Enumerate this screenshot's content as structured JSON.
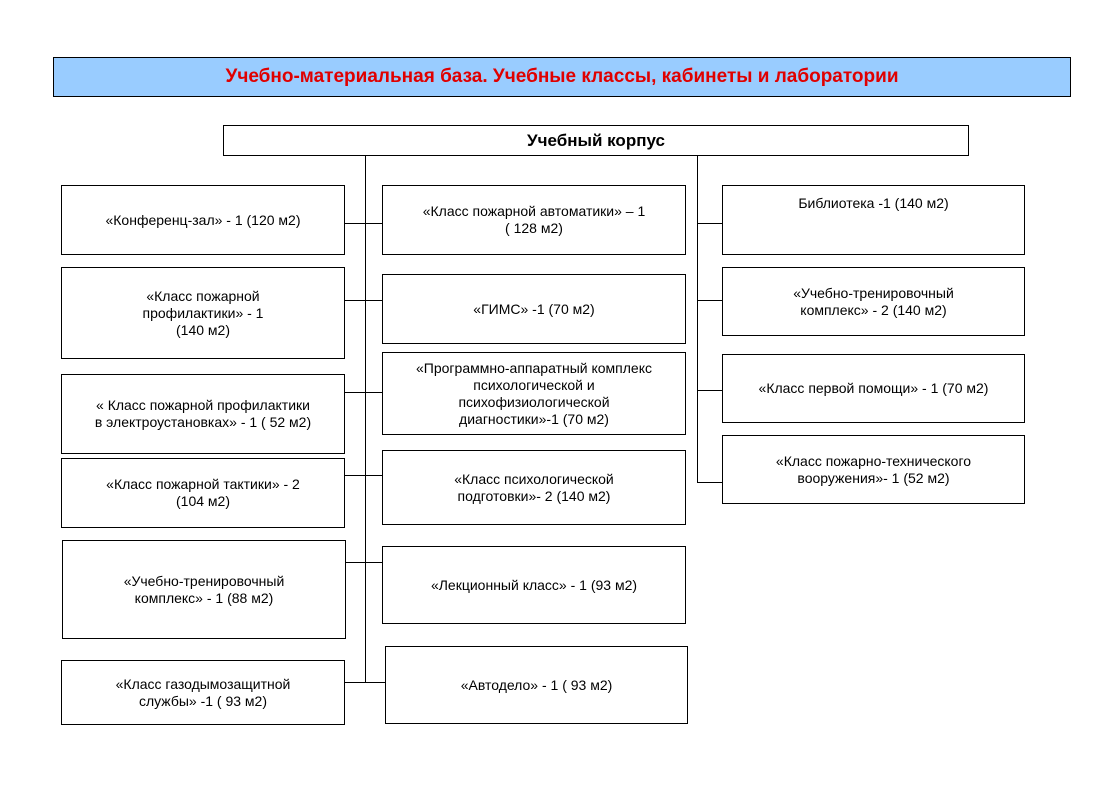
{
  "title": "Учебно-материальная база. Учебные классы, кабинеты и лаборатории",
  "root": "Учебный корпус",
  "left": [
    "«Конференц-зал»  - 1 (120 м2)",
    "«Класс пожарной\nпрофилактики»  - 1\n(140 м2)",
    "« Класс пожарной профилактики\nв электроустановках»  - 1 ( 52 м2)",
    "«Класс пожарной тактики»  - 2\n(104 м2)",
    "«Учебно-тренировочный\nкомплекс»  - 1 (88 м2)",
    "«Класс газодымозащитной\nслужбы»  -1 ( 93 м2)"
  ],
  "middle": [
    "«Класс пожарной автоматики» – 1\n( 128 м2)",
    "«ГИМС» -1  (70 м2)",
    "«Программно-аппаратный комплекс\nпсихологической  и\nпсихофизиологической\nдиагностики»-1  (70 м2)",
    "«Класс психологической\nподготовки»- 2 (140 м2)",
    "«Лекционный класс»  - 1 (93 м2)",
    "«Автодело»  - 1 ( 93 м2)"
  ],
  "right": [
    "Библиотека  -1  (140 м2)",
    "«Учебно-тренировочный\nкомплекс»  - 2 (140 м2)",
    "«Класс первой помощи»  - 1 (70 м2)",
    "«Класс пожарно-технического\nвооружения»- 1 (52 м2)"
  ]
}
